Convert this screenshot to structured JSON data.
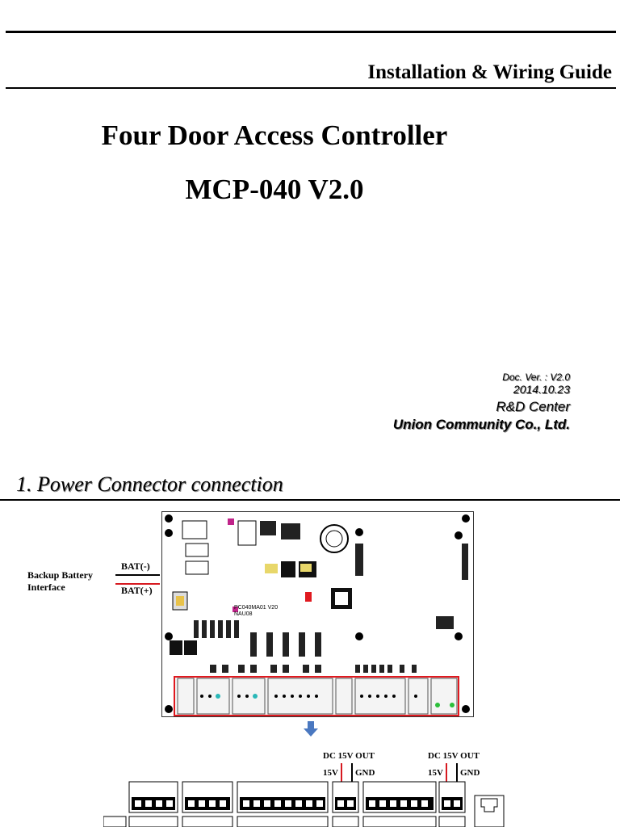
{
  "header": {
    "guide_title": "Installation & Wiring Guide"
  },
  "title": {
    "main": "Four Door Access Controller",
    "model": "MCP-040 V2.0"
  },
  "doc_info": {
    "version": "Doc. Ver. : V2.0",
    "date": "2014.10.23",
    "department": "R&D Center",
    "company": "Union Community Co., Ltd."
  },
  "section": {
    "heading": "1. Power Connector connection"
  },
  "diagram": {
    "battery_label_line1": "Backup Battery",
    "battery_label_line2": "Interface",
    "bat_neg": "BAT(-)",
    "bat_pos": "BAT(+)",
    "board_marking_1": "PC040MA01 V20",
    "board_marking_2": "NAU08",
    "out1": {
      "title": "DC 15V OUT",
      "v": "15V",
      "gnd": "GND"
    },
    "out2": {
      "title": "DC 15V OUT",
      "v": "15V",
      "gnd": "GND"
    },
    "colors": {
      "highlight": "#e0191f",
      "arrow": "#4a78c0",
      "wire_red": "#d71920"
    }
  }
}
